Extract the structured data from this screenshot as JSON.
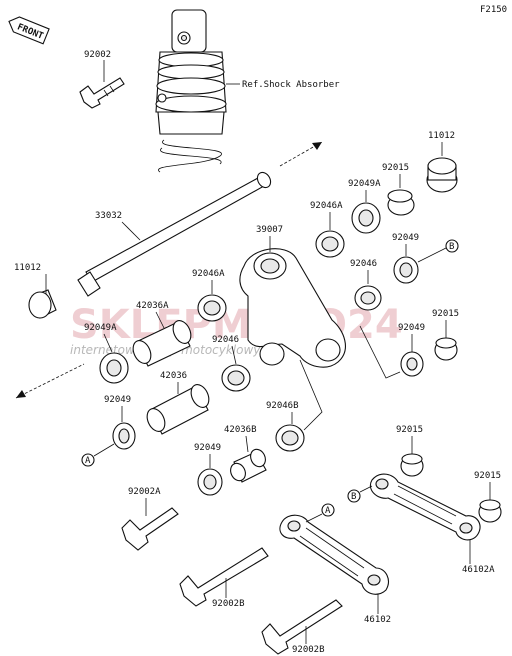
{
  "diagram_code": "F2150",
  "front_label": "FRONT",
  "ref_label": "Ref.Shock Absorber",
  "watermark": {
    "brand": "SKLEPMOTO24",
    "tagline": "internetowy sklep motocyklowy"
  },
  "callouts": [
    "A",
    "B"
  ],
  "parts": {
    "bolt_92002": "92002",
    "shaft_33032": "33032",
    "cap_11012_left": "11012",
    "cap_11012_right": "11012",
    "collar_92015_top": "92015",
    "seal_92049a_top": "92049A",
    "bearing_92046a_top": "92046A",
    "rocker_39007": "39007",
    "seal_92049_right": "92049",
    "bearing_92046_right": "92046",
    "collar_92015_mid": "92015",
    "seal_92049_mid": "92049",
    "bearing_92046a_mid": "92046A",
    "collar_42036a": "42036A",
    "seal_92049a_left": "92049A",
    "bearing_92046_mid": "92046",
    "collar_42036": "42036",
    "seal_92049_left": "92049",
    "bearing_92046b": "92046B",
    "collar_42036b": "42036B",
    "seal_92049_low": "92049",
    "bolt_92002a": "92002A",
    "collar_92015_low": "92015",
    "collar_92015_far": "92015",
    "rod_46102a": "46102A",
    "bolt_92002b_left": "92002B",
    "rod_46102": "46102",
    "bolt_92002b_low": "92002B"
  }
}
